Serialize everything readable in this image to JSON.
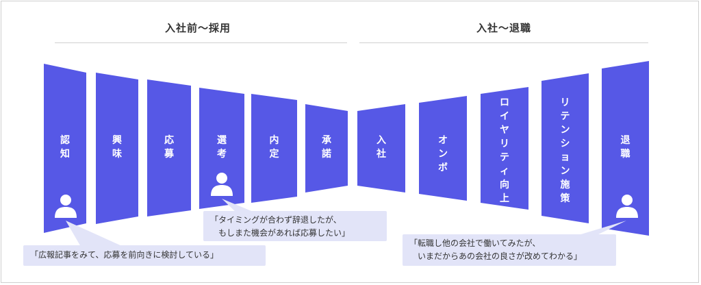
{
  "sections": {
    "before": "入社前〜採用",
    "after": "入社〜退職"
  },
  "stages": [
    {
      "id": "awareness",
      "label": "認知"
    },
    {
      "id": "interest",
      "label": "興味"
    },
    {
      "id": "apply",
      "label": "応募"
    },
    {
      "id": "selection",
      "label": "選考"
    },
    {
      "id": "offer",
      "label": "内定"
    },
    {
      "id": "acceptance",
      "label": "承諾"
    },
    {
      "id": "join",
      "label": "入社"
    },
    {
      "id": "onboarding",
      "label": "オンボ"
    },
    {
      "id": "loyalty",
      "label": "ロイヤリティ向上"
    },
    {
      "id": "retention",
      "label": "リテンション施策"
    },
    {
      "id": "leave",
      "label": "退職"
    }
  ],
  "bubbles": {
    "awareness": "「広報記事をみて、応募を前向きに検討している」",
    "selection": "「タイミングが合わず辞退したが、\n　もしまた機会があれば応募したい」",
    "leave": "「転職し他の会社で働いてみたが、\n　いまだからあの会社の良さが改めてわかる」"
  },
  "colors": {
    "panel": "#5658e6",
    "bubble": "#e2e4f8",
    "avatar": "#ffffff"
  },
  "icons": {
    "avatar": "person-icon"
  }
}
